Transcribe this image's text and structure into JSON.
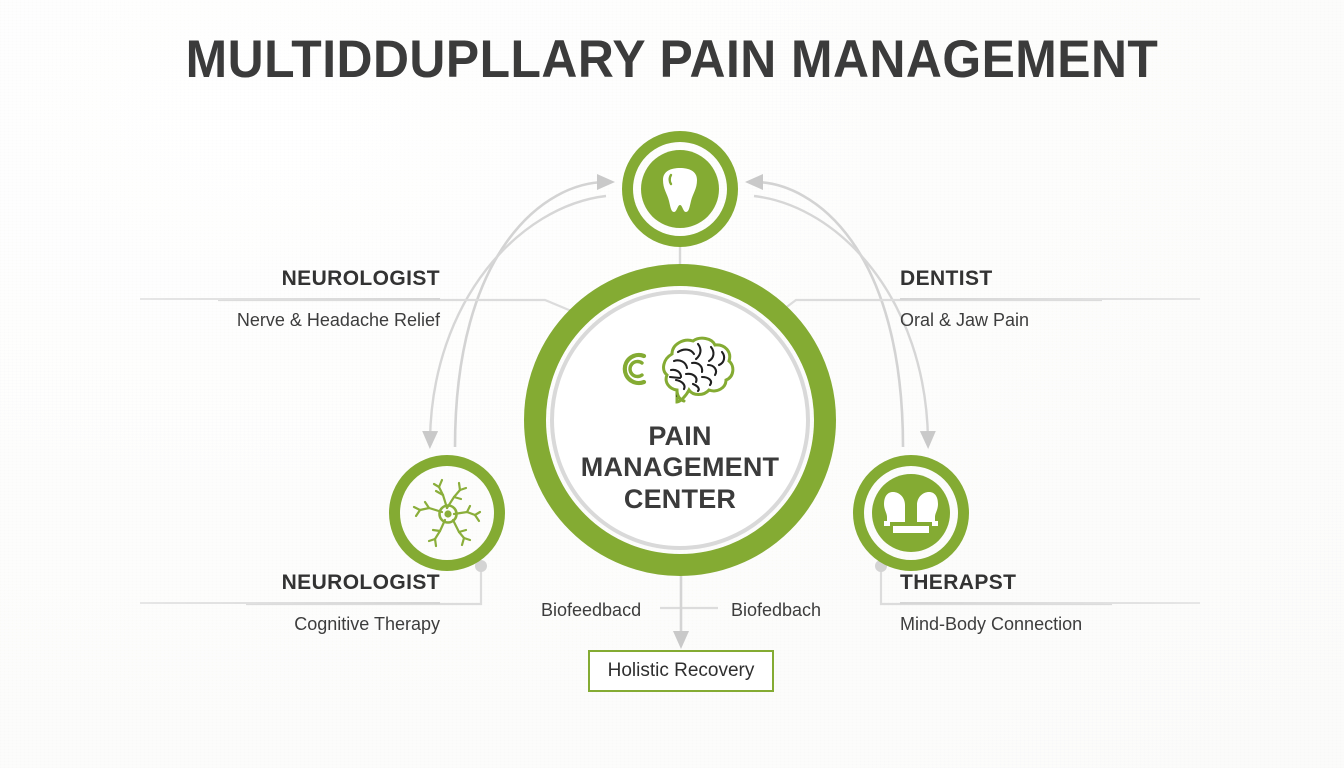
{
  "title": "MULTIDDUPLLARY PAIN MANAGEMENT",
  "theme": {
    "green": "#84ab33",
    "line_gray": "#d5d5d5",
    "text_dark": "#333333",
    "background": "#fbfbfa"
  },
  "hub": {
    "label": "PAIN\nMANAGEMENT\nCENTER",
    "icon": "brain-icon"
  },
  "nodes": [
    {
      "id": "dentist",
      "icon": "tooth-icon",
      "position": "top"
    },
    {
      "id": "neurologist-left",
      "icon": "neuron-icon",
      "position": "left"
    },
    {
      "id": "therapist",
      "icon": "two-heads-icon",
      "position": "right"
    }
  ],
  "labels": {
    "neurologist_top": {
      "title": "NEUROLOGIST",
      "subtitle": "Nerve & Headache Relief"
    },
    "dentist": {
      "title": "DENTIST",
      "subtitle": "Oral & Jaw Pain"
    },
    "neurologist_bottom": {
      "title": "NEUROLOGIST",
      "subtitle": "Cognitive Therapy"
    },
    "therapist": {
      "title": "THERAPST",
      "subtitle": "Mind-Body Connection"
    }
  },
  "mid_captions": {
    "left": "Biofeedbacd",
    "right": "Biofedbach"
  },
  "outcome": {
    "label": "Holistic Recovery"
  }
}
